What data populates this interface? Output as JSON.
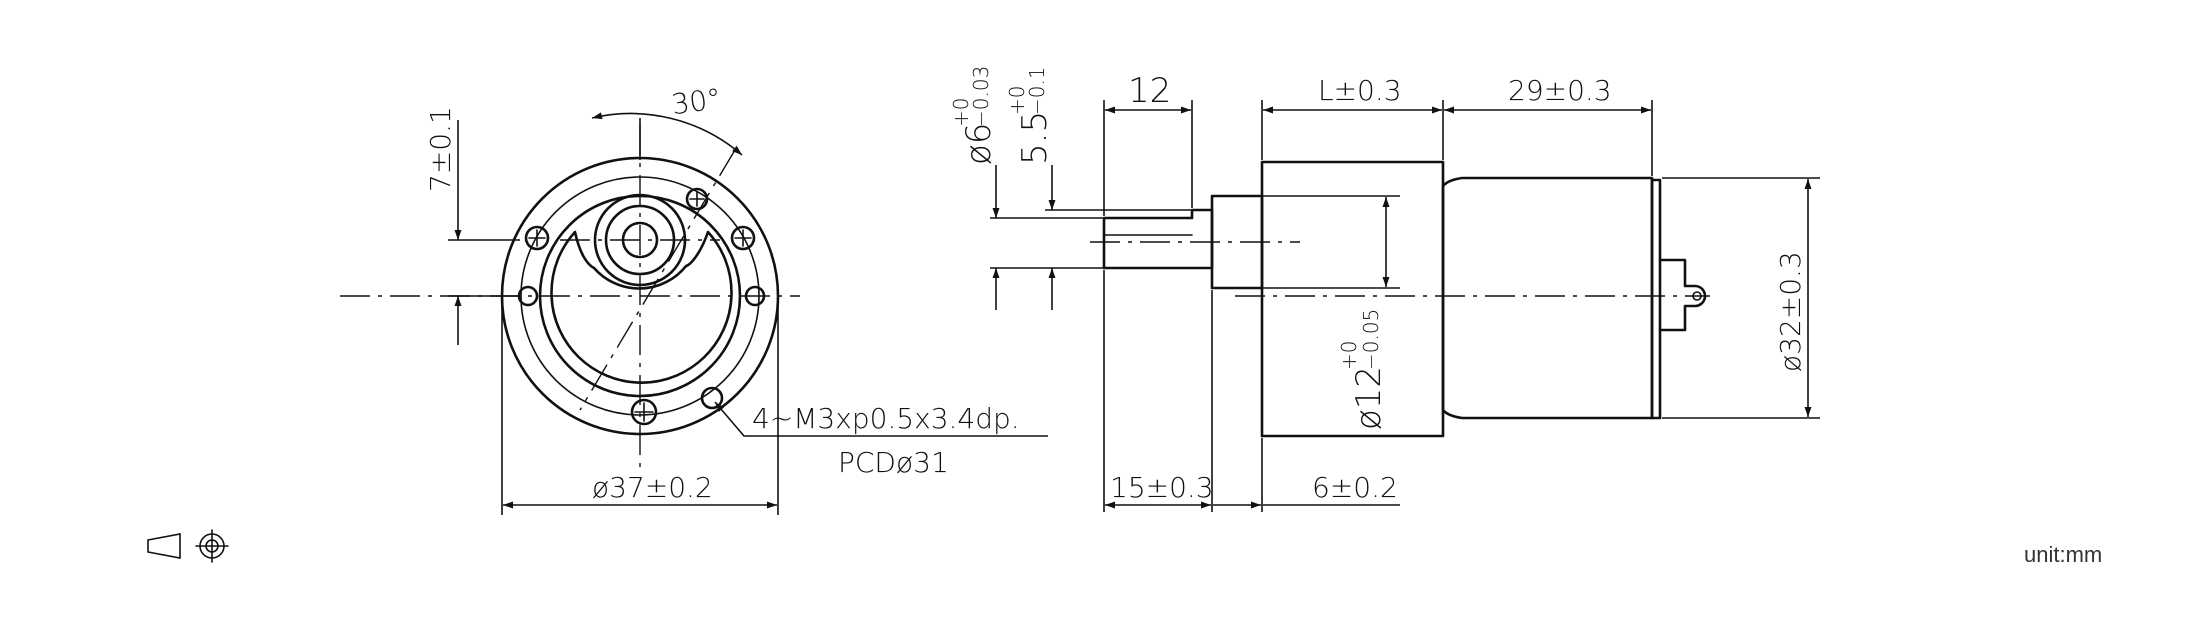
{
  "front_view": {
    "angle_label": "30°",
    "height_label": "7±0.1",
    "diameter_label": "ø37±0.2",
    "screw_label": "4~M3xp0.5x3.4dp.",
    "pcd_label": "PCDø31"
  },
  "side_view": {
    "shaft_dia_main": "ø6",
    "shaft_dia_tol_upper": "+0",
    "shaft_dia_tol_lower": "−0.03",
    "flat_main": "5.5",
    "flat_tol_upper": "+0",
    "flat_tol_lower": "−0.1",
    "shaft_length_label": "12",
    "gearbox_length_label": "L±0.3",
    "motor_length_label": "29±0.3",
    "boss_dia_main": "ø12",
    "boss_tol_upper": "+0",
    "boss_tol_lower": "−0.05",
    "motor_dia_label": "ø32±0.3",
    "shaft_total_label": "15±0.3",
    "boss_length_label": "6±0.2"
  },
  "footer": {
    "projection_symbol": "third-angle-projection-icon",
    "unit_label": "unit:mm"
  }
}
